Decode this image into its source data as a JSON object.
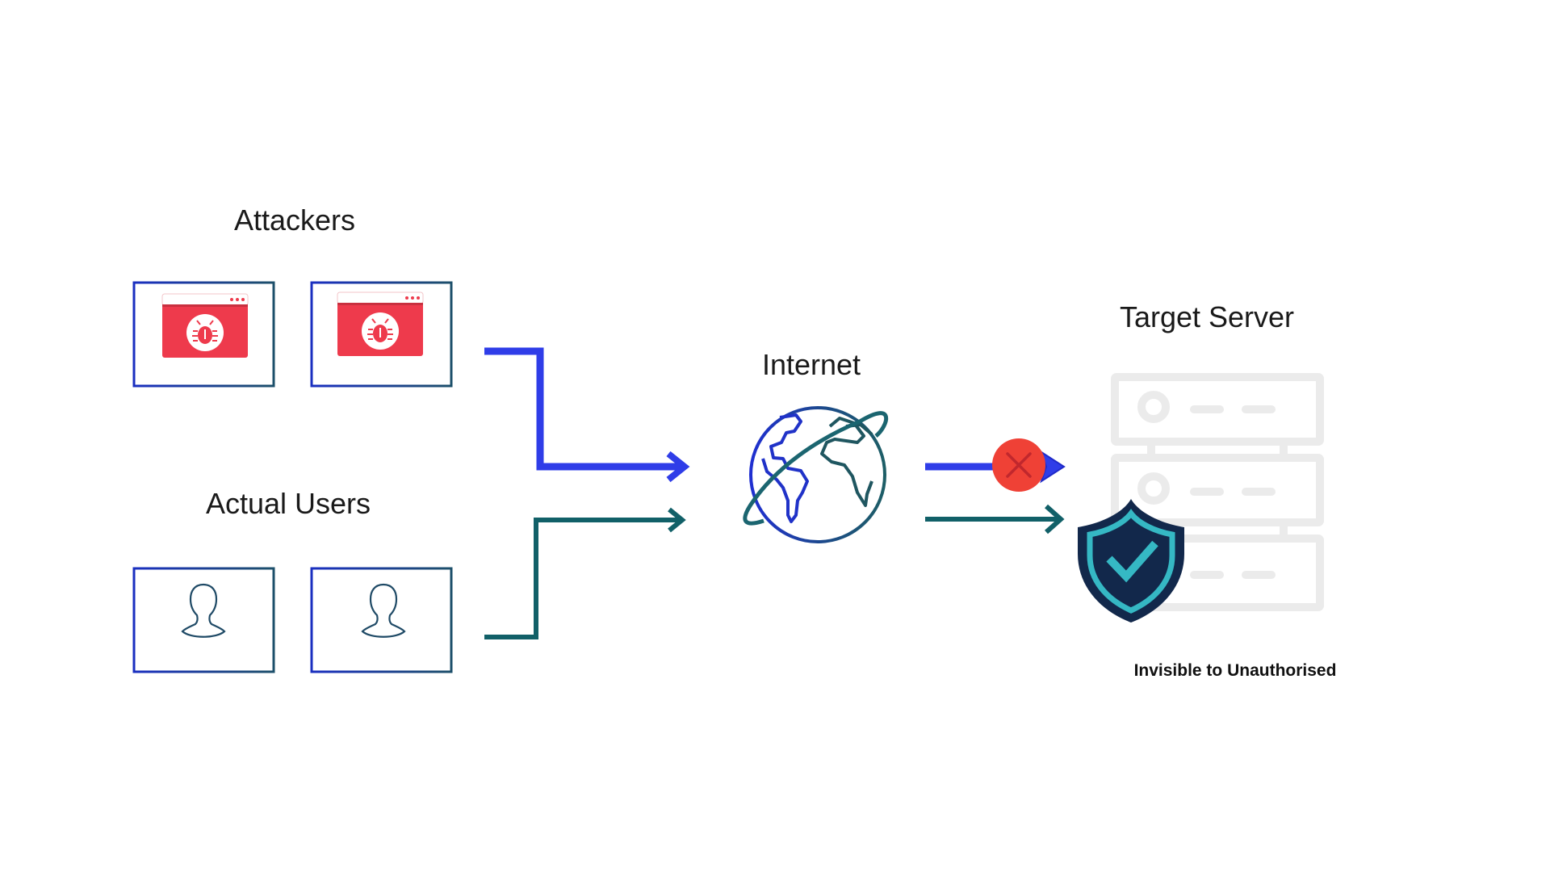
{
  "diagram": {
    "title": "Network access diagram",
    "groups": {
      "attackers": {
        "label": "Attackers",
        "count": 2,
        "screen_icon": "bug-icon",
        "screen_color": "#ee3a4c"
      },
      "users": {
        "label": "Actual Users",
        "count": 2,
        "screen_icon": "user-silhouette-icon"
      }
    },
    "internet": {
      "label": "Internet",
      "icon": "globe-icon"
    },
    "server": {
      "label": "Target Server",
      "icon": "server-rack-icon",
      "status_icon": "shield-check-icon",
      "caption": "Invisible to Unauthorised"
    },
    "flows": [
      {
        "from": "Attackers",
        "to": "Internet",
        "color": "#2f3de8"
      },
      {
        "from": "Actual Users",
        "to": "Internet",
        "color": "#116068"
      },
      {
        "from": "Internet",
        "to": "Target Server",
        "source": "Attackers",
        "color": "#2f3de8",
        "blocked": true,
        "blocked_icon": "close-icon"
      },
      {
        "from": "Internet",
        "to": "Target Server",
        "source": "Actual Users",
        "color": "#116068",
        "blocked": false
      }
    ],
    "colors": {
      "attacker_flow": "#2f3de8",
      "user_flow": "#116068",
      "block": "#ef4136",
      "shield_fill": "#12284b",
      "shield_accent": "#35b8c4",
      "server_gray": "#ebebeb",
      "monitor_blue": "#1c3ba8"
    }
  }
}
